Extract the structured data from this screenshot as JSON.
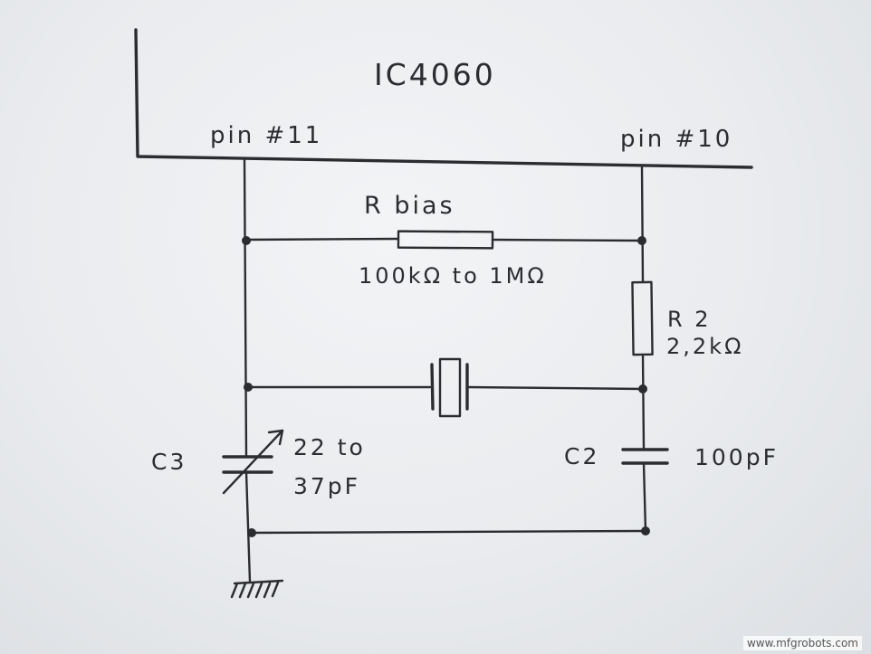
{
  "diagram": {
    "ic_name": "IC4060",
    "pin_left": "pin #11",
    "pin_right": "pin #10",
    "r_bias": {
      "name": "R bias",
      "value": "100kΩ to 1MΩ"
    },
    "r2": {
      "name": "R 2",
      "value": "2,2kΩ"
    },
    "c3": {
      "name": "C3",
      "value_line1": "22 to",
      "value_line2": "37pF"
    },
    "c2": {
      "name": "C2",
      "value": "100pF"
    }
  },
  "watermark": "www.mfgrobots.com"
}
